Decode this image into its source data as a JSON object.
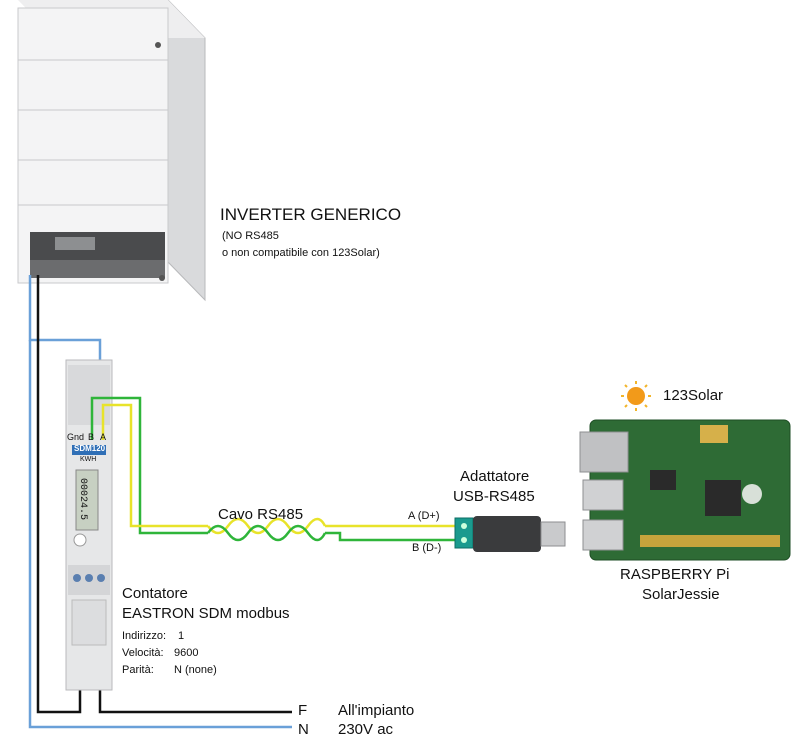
{
  "inverter": {
    "title": "INVERTER GENERICO",
    "note1": "(NO RS485",
    "note2": "o non compatibile con 123Solar)"
  },
  "meter": {
    "model_label": "SDM120",
    "terminal_gnd": "Gnd",
    "terminal_b": "B",
    "terminal_a": "A",
    "display_value": "00024.5",
    "kwh_label": "KWH",
    "title_line1": "Contatore",
    "title_line2": "EASTRON SDM modbus",
    "settings": [
      {
        "label": "Indirizzo:",
        "value": "1"
      },
      {
        "label": "Velocità:",
        "value": "9600"
      },
      {
        "label": "Parità:",
        "value": "N (none)"
      }
    ]
  },
  "cable": {
    "label": "Cavo RS485",
    "wire_a_label": "A (D+)",
    "wire_b_label": "B (D-)"
  },
  "adapter": {
    "title_line1": "Adattatore",
    "title_line2": "USB-RS485"
  },
  "raspberry": {
    "software_label": "123Solar",
    "title_line1": "RASPBERRY Pi",
    "title_line2": "SolarJessie"
  },
  "mains": {
    "phase_label": "F",
    "neutral_label": "N",
    "line1": "All'impianto",
    "line2": "230V ac"
  },
  "colors": {
    "phase_wire": "#111111",
    "neutral_wire": "#6aa0d8",
    "rs485_a_wire": "#e8e32a",
    "rs485_b_wire": "#2fb53a",
    "pcb_green": "#2e6b35",
    "sun_orange": "#f29a1a"
  }
}
